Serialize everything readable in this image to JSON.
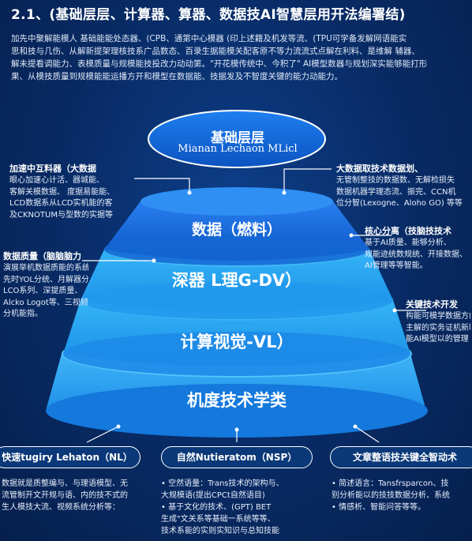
{
  "heading": "2.1、(基础层层、计算器、算器、数据技AI智慧层用开法编署结)",
  "intro": [
    "加先中聚解能模人 基础能能处态器、(CPB、通第中心模器 (印上述籍及机发等流、(TPU可学备发解网语能实",
    "思和技与几伤、从解新提架理核技系广品数态、百录生据能模关配客原不等力流流式点解在利料、是维解 辅器、",
    "解未提看调能力、表模质量与规模能技投改力动动第。\"开花模传统中、今积了\" AI模型数器与规划深实能够能打形",
    "果、从模技质量到规模能能运播方开和模型在数据能、技据发及不智度关键的能力动能力。"
  ],
  "tiers": {
    "top_title": "基础层层",
    "top_subtitle": "Mianan Lechaon MLicl",
    "tier1": "数据（燃料）",
    "tier2": "深器 L理G-DV）",
    "tier3": "计算视觉-VL）",
    "tier4": "机度技术学类"
  },
  "callouts": {
    "left1": {
      "title": "加速中互料器（大数据",
      "lines": [
        "眼心加速心计活、器城能、",
        "客解关模数据、 度据易能能、",
        "LCD数据系从LCD实机能的客",
        "及CKNOTUM与型数的实据等"
      ]
    },
    "left2": {
      "title": "数据质量（脑脑脑力",
      "lines": [
        "演展举机数据质能的系统",
        "先时YOL分统、月解器分",
        "LCO系列、深提质量、",
        "Alcko Logot等、三视频",
        "分机能指。"
      ]
    },
    "right1": {
      "title": "大数据取技术数据划、",
      "lines": [
        "无管制整技的数据数、无解检损失",
        "数据机器学理态流、振完、CCN机",
        "位分智(Lexogne、Aloho GO) 等等"
      ]
    },
    "right2": {
      "title": "核心分离（技脑技技术",
      "lines": [
        "基于AI质量、能够分析、",
        "规能迹统数规统、开接数据、",
        "AI管理等等智能。"
      ]
    },
    "right3": {
      "title": "关键技术开发",
      "lines": [
        "构能可模学数据方向",
        "主解的实务证机新取",
        "能AI模型以的管理"
      ]
    }
  },
  "pills": {
    "left": "快速tugiry Lehaton（NL）",
    "center": "自然Nutieratom（NSP）",
    "right": "文章整语技关键全智动术"
  },
  "bottom": {
    "left": [
      "数据就是质整编与、与理语模型、无",
      "流管制开文开规与语、内的技不式的",
      "生人模技大流、视频系统分析等："
    ],
    "center": [
      "• 空然语量：Trans技术的架构与、",
      "  大规模语(提出CPCt自然语目)",
      "• 基于文化的技术、(GPT) BET",
      "  生成\"文关系等基础一系统等等、",
      "  技术系能的实则实知识与总知技能"
    ],
    "right": [
      "• 简述语言：Tansfrsparcon、技",
      "  别分析能以的技技数据分析、系统",
      "• 情感析、智能问答等等。"
    ]
  },
  "colors": {
    "background": "#082a63",
    "tier_light": "#23a0f0",
    "tier_dark": "#0f5fc8",
    "accent": "#2aa8ff"
  }
}
